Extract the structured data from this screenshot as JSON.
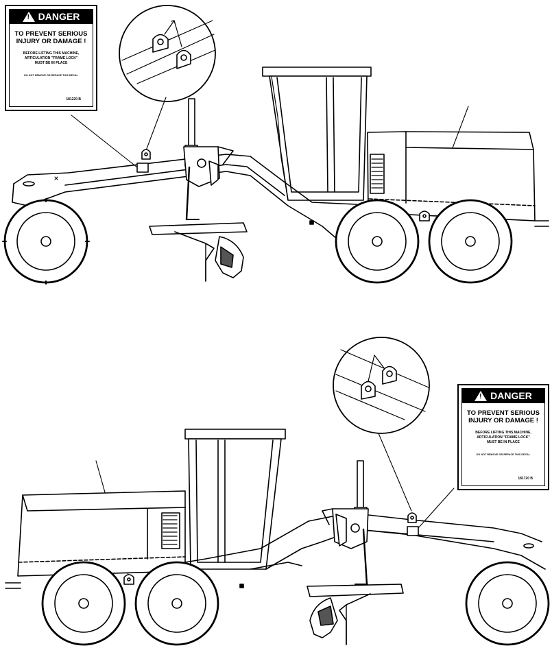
{
  "decals": [
    {
      "header": "DANGER",
      "line1": "TO PREVENT SERIOUS",
      "line2": "INJURY OR DAMAGE !",
      "sub1": "BEFORE LIFTING THIS MACHINE,",
      "sub2": "ARTICULATION \"FRAME LOCK\"",
      "sub3": "MUST BE IN PLACE",
      "fine": "DO NOT REMOVE OR REPACE THIS DECAL",
      "code": "181220 B"
    },
    {
      "header": "DANGER",
      "line1": "TO PREVENT SERIOUS",
      "line2": "INJURY OR DAMAGE !",
      "sub1": "BEFORE LIFTING THIS MACHINE,",
      "sub2": "ARTICULATION \"FRAME LOCK\"",
      "sub3": "MUST BE IN PLACE",
      "fine": "DO NOT REMOVE OR REPACE THIS DECAL",
      "code": "181720 B"
    }
  ]
}
